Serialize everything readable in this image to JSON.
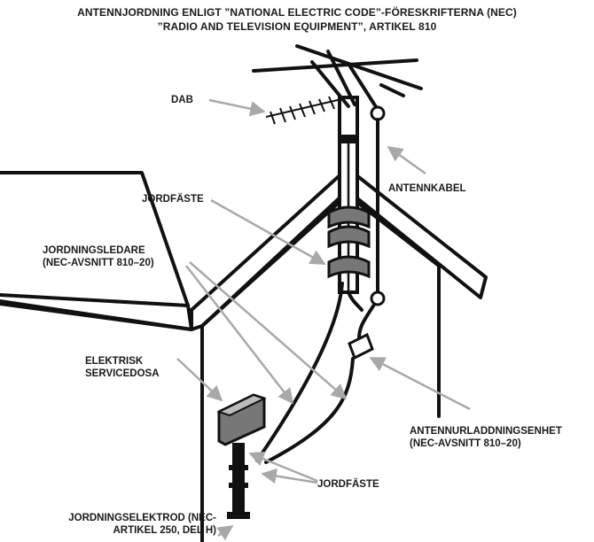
{
  "title": {
    "line1": "ANTENNJORDNING ENLIGT ”NATIONAL ELECTRIC CODE”-FÖRESKRIFTERNA (NEC)",
    "line2": "”RADIO AND TELEVISION EQUIPMENT”, ARTIKEL 810"
  },
  "labels": {
    "dab": "DAB",
    "antenna_cable": "ANTENNKABEL",
    "ground_clamp_top": "JORDFÄSTE",
    "grounding_conductor_1": "JORDNINGSLEDARE",
    "grounding_conductor_2": "(NEC-AVSNITT 810–20)",
    "service_box_1": "ELEKTRISK",
    "service_box_2": "SERVICEDOSA",
    "discharge_unit_1": "ANTENNURLADDNINGSENHET",
    "discharge_unit_2": "(NEC-AVSNITT 810–20)",
    "ground_clamp_bottom": "JORDFÄSTE",
    "electrode_1": "JORDNINGSELEKTROD (NEC-",
    "electrode_2": "ARTIKEL 250, DEL H)"
  },
  "colors": {
    "line": "#111111",
    "leader": "#a8a8a8",
    "panel": "#777777"
  }
}
